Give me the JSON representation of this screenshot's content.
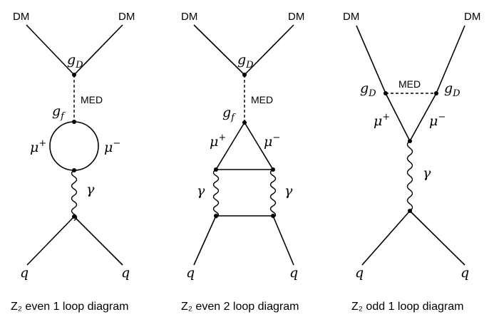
{
  "diagrams": [
    {
      "caption": "Z₂ even 1 loop diagram",
      "top_left": "DM",
      "top_right": "DM",
      "coupling_top": "g",
      "coupling_top_sub": "D",
      "mediator": "MED",
      "coupling_fermion": "g",
      "coupling_fermion_sub": "f",
      "loop_left": "μ",
      "loop_left_sup": "+",
      "loop_right": "μ",
      "loop_right_sup": "−",
      "photon": "γ",
      "bottom_left": "q",
      "bottom_right": "q"
    },
    {
      "caption": "Z₂ even 2 loop diagram",
      "top_left": "DM",
      "top_right": "DM",
      "coupling_top": "g",
      "coupling_top_sub": "D",
      "mediator": "MED",
      "coupling_fermion": "g",
      "coupling_fermion_sub": "f",
      "loop_left": "μ",
      "loop_left_sup": "+",
      "loop_right": "μ",
      "loop_right_sup": "−",
      "photon_left": "γ",
      "photon_right": "γ",
      "bottom_left": "q",
      "bottom_right": "q"
    },
    {
      "caption": "Z₂ odd 1 loop diagram",
      "top_left": "DM",
      "top_right": "DM",
      "coupling_left": "g",
      "coupling_left_sub": "D",
      "coupling_right": "g",
      "coupling_right_sub": "D",
      "mediator": "MED",
      "loop_left": "μ",
      "loop_left_sup": "+",
      "loop_right": "μ",
      "loop_right_sup": "−",
      "photon": "γ",
      "bottom_left": "q",
      "bottom_right": "q"
    }
  ]
}
